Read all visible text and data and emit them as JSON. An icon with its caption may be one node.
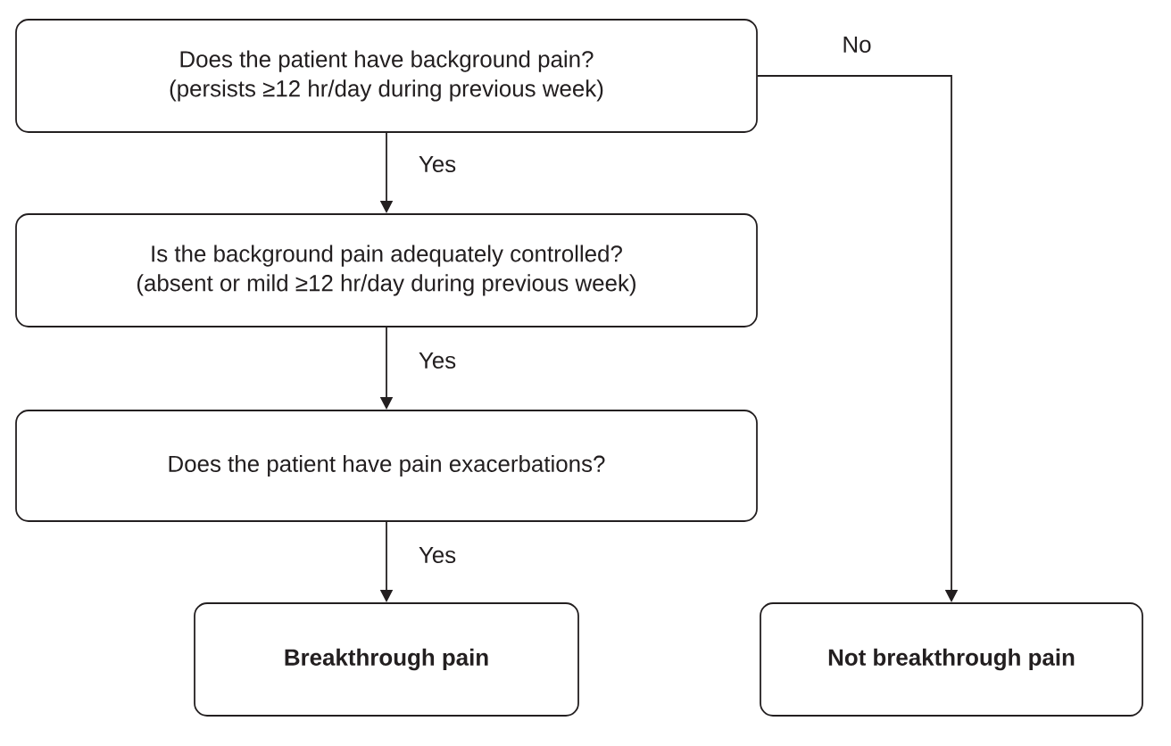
{
  "diagram": {
    "nodes": [
      {
        "text": [
          "Does the patient have background pain?",
          "(persists ≥12 hr/day during previous week)"
        ]
      },
      {
        "text": [
          "Is the background pain adequately controlled?",
          "(absent or mild ≥12 hr/day during previous week)"
        ]
      },
      {
        "text": [
          "Does the patient have pain exacerbations?"
        ]
      },
      {
        "text": [
          "Breakthrough pain"
        ]
      },
      {
        "text": [
          "Not breakthrough pain"
        ]
      }
    ],
    "edges": [
      {
        "from": 0,
        "to": 1,
        "arrow": "to",
        "label": "Yes"
      },
      {
        "from": 1,
        "to": 2,
        "arrow": "to",
        "label": "Yes"
      },
      {
        "from": 2,
        "to": 3,
        "arrow": "to",
        "label": "Yes"
      },
      {
        "from": 0,
        "to": 4,
        "arrow": "to",
        "label": "No"
      }
    ]
  }
}
